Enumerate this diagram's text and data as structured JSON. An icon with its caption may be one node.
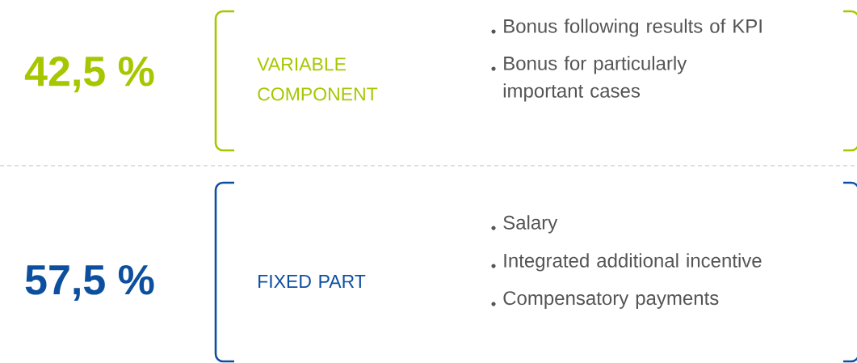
{
  "diagram": {
    "nodes": [
      {
        "text": [
          "VARIABLE COMPONENT",
          "Bonus following results of KPI",
          "Bonus for particularly important cases"
        ],
        "beside": [
          "42,5 %"
        ]
      },
      {
        "text": [
          "FIXED PART",
          "Salary",
          "Integrated additional incentive",
          "Compensatory payments"
        ],
        "beside": [
          "57,5 %"
        ]
      }
    ]
  }
}
